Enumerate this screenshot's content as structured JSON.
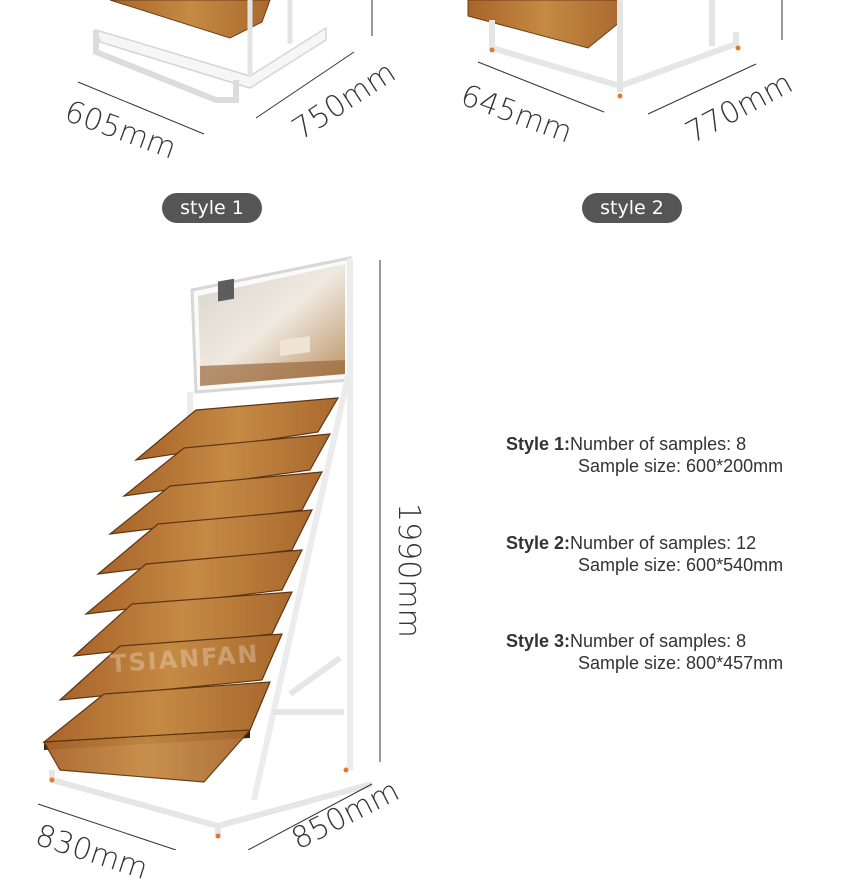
{
  "top_left": {
    "width_label": "605mm",
    "depth_label": "750mm",
    "style_label": "style 1"
  },
  "top_right": {
    "width_label": "645mm",
    "depth_label": "770mm",
    "style_label": "style 2"
  },
  "bottom": {
    "height_label": "1990mm",
    "width_label": "830mm",
    "depth_label": "850mm",
    "watermark": "TSIANFAN"
  },
  "specs": [
    {
      "label": "Style 1:",
      "line1": "Number of samples: 8",
      "line2": "Sample size: 600*200mm"
    },
    {
      "label": "Style 2:",
      "line1": "Number of samples: 12",
      "line2": "Sample size: 600*540mm"
    },
    {
      "label": "Style 3:",
      "line1": "Number of samples: 8",
      "line2": "Sample size: 800*457mm"
    }
  ],
  "colors": {
    "pill_bg": "#555555",
    "wood": "#b5742f",
    "frame": "#f2f2f2"
  }
}
